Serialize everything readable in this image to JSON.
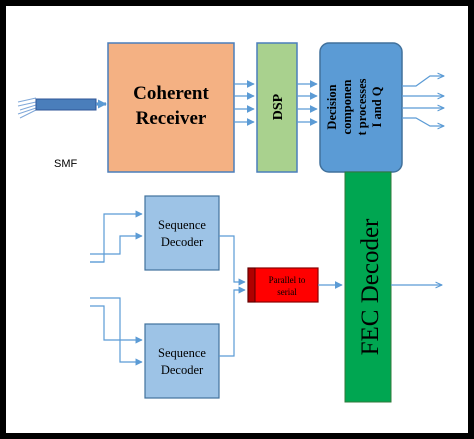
{
  "blocks": {
    "coherent_receiver": {
      "line1": "Coherent",
      "line2": "Receiver"
    },
    "dsp": {
      "label": "DSP"
    },
    "decision": {
      "line1": "Decision",
      "line2": "componen",
      "line3": "t processes",
      "line4": "I and Q"
    },
    "fec_decoder": {
      "label": "FEC Decoder"
    },
    "sequence_decoder_1": {
      "line1": "Sequence",
      "line2": "Decoder"
    },
    "sequence_decoder_2": {
      "line1": "Sequence",
      "line2": "Decoder"
    },
    "parallel_to_serial": {
      "line1": "Parallel to",
      "line2": "serial"
    }
  },
  "labels": {
    "smf": "SMF"
  },
  "colors": {
    "coherent_receiver_fill": "#F4B183",
    "dsp_fill": "#A9D18E",
    "decision_fill": "#5B9BD5",
    "fec_fill": "#00A651",
    "sequence_fill": "#9DC3E6",
    "parallel_fill": "#FF0000",
    "arrow": "#5B9BD5",
    "block_border": "#41719C"
  }
}
